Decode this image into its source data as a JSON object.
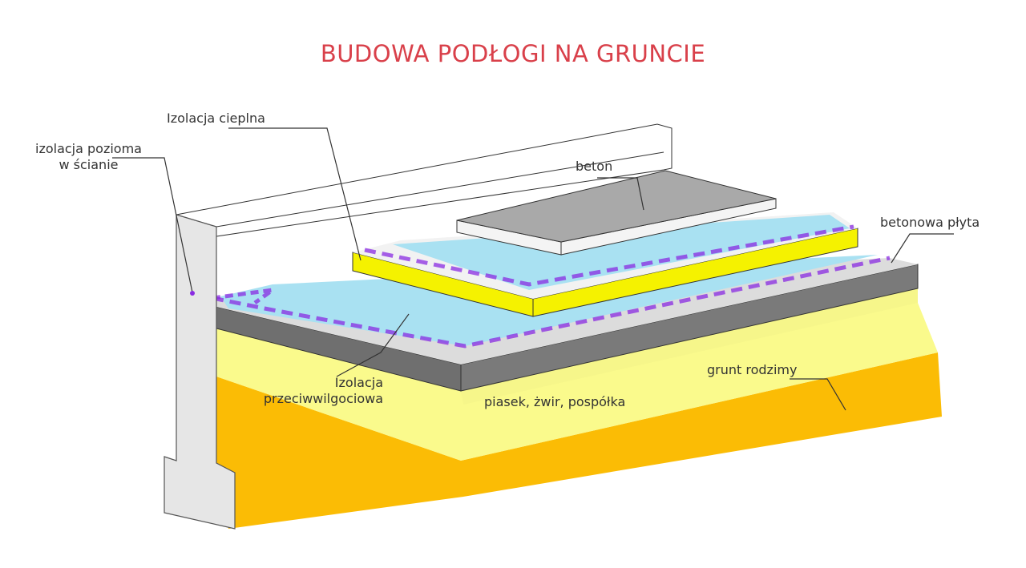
{
  "title": "BUDOWA PODŁOGI NA GRUNCIE",
  "labels": {
    "izolacja_cieplna": "Izolacja cieplna",
    "izolacja_pozioma_line1": "izolacja pozioma",
    "izolacja_pozioma_line2": "w ścianie",
    "beton": "beton",
    "betonowa_plyta": "betonowa płyta",
    "izolacja_przeciwwilgociowa_line1": "Izolacja",
    "izolacja_przeciwwilgociowa_line2": "przeciwwilgociowa",
    "piasek": "piasek, żwir, pospółka",
    "grunt_rodzimy": "grunt rodzimy"
  },
  "layers": [
    {
      "name": "beton",
      "color": "#a9a9a9"
    },
    {
      "name": "izolacja cieplna",
      "color": "#f5f200"
    },
    {
      "name": "izolacja przeciwwilgociowa",
      "color": "#a9e1f2"
    },
    {
      "name": "membrane edge",
      "color": "#8a2be2"
    },
    {
      "name": "betonowa płyta",
      "color": "#7a7a7a"
    },
    {
      "name": "piasek, żwir, pospółka",
      "color": "#fafa8c"
    },
    {
      "name": "grunt rodzimy",
      "color": "#fbbc05"
    },
    {
      "name": "ściana fundamentowa",
      "color": "#e6e6e6"
    }
  ],
  "colors": {
    "title": "#d9404a"
  }
}
